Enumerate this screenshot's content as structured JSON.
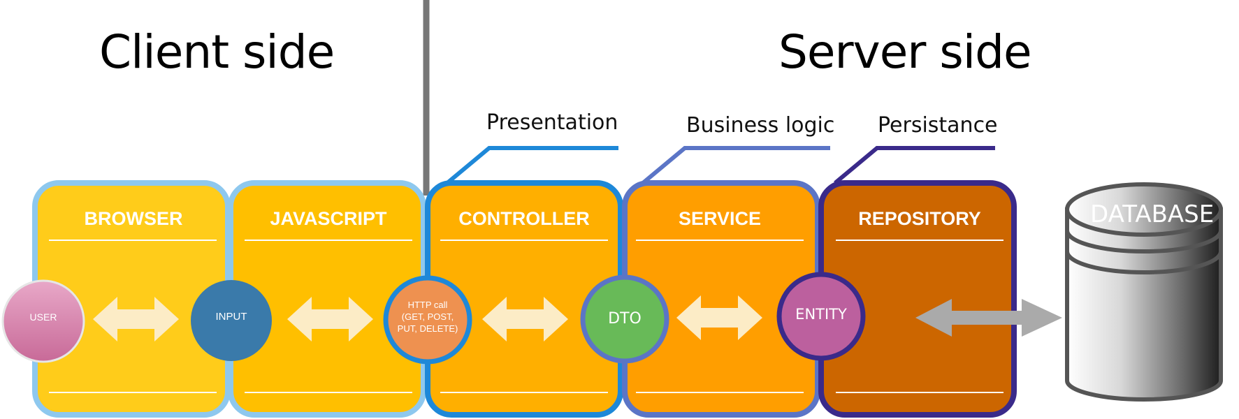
{
  "headings": {
    "client": "Client side",
    "server": "Server side"
  },
  "layers": {
    "presentation": "Presentation",
    "business": "Business logic",
    "persistance": "Persistance"
  },
  "boxes": [
    {
      "key": "browser",
      "label": "BROWSER",
      "fill": "#FFCC1A",
      "border": "#8EC8EE"
    },
    {
      "key": "javascript",
      "label": "JAVASCRIPT",
      "fill": "#FFBF00",
      "border": "#8EC8EE"
    },
    {
      "key": "controller",
      "label": "CONTROLLER",
      "fill": "#FFAF00",
      "border": "#1E88D8"
    },
    {
      "key": "service",
      "label": "SERVICE",
      "fill": "#FF9E00",
      "border": "#5B75C6"
    },
    {
      "key": "repository",
      "label": "REPOSITORY",
      "fill": "#CC6600",
      "border": "#3A2A8A"
    }
  ],
  "nodes": {
    "user": "USER",
    "input": "INPUT",
    "http_line1": "HTTP call",
    "http_line2": "(GET, POST,",
    "http_line3": "PUT, DELETE)",
    "dto": "DTO",
    "entity": "ENTITY"
  },
  "database": {
    "label": "DATABASE"
  },
  "colors": {
    "user": "#D87FA8",
    "input": "#3A7AAA",
    "http": "#EE9150",
    "dto": "#68BA58",
    "entity": "#BC609E",
    "arrow_light": "#FCECC6",
    "arrow_gray": "#AAAAAA",
    "divider": "#777777"
  }
}
